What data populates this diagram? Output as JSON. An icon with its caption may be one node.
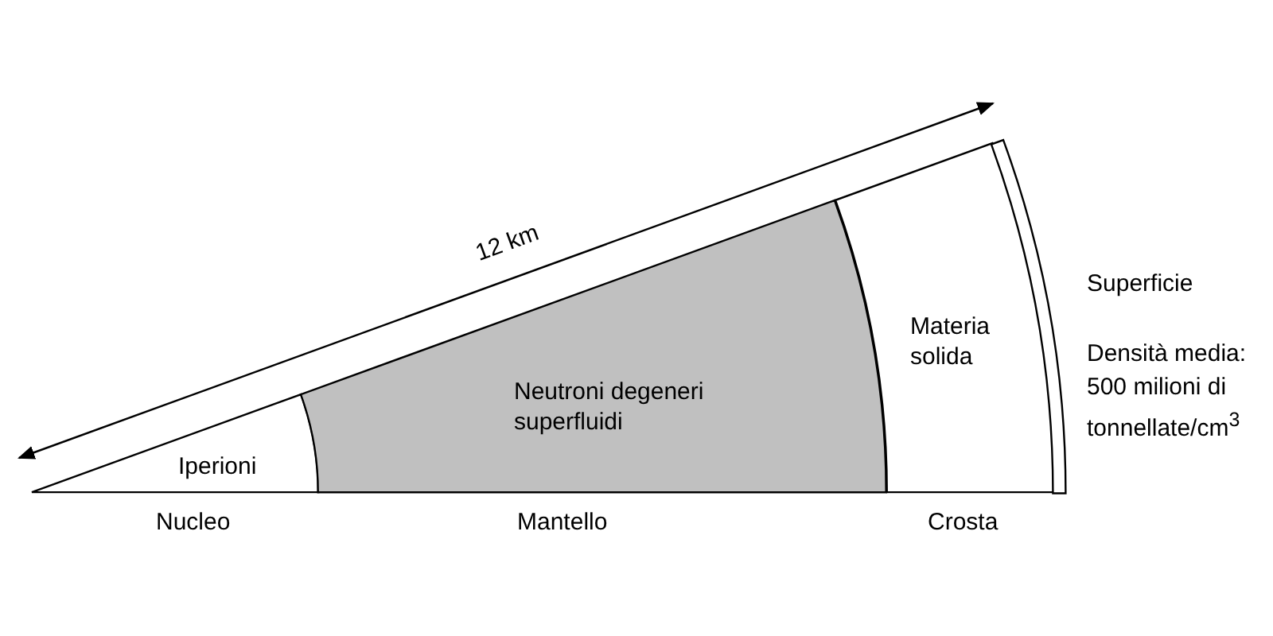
{
  "diagram": {
    "nodes": [
      {
        "text": [
          "Iperioni"
        ]
      },
      {
        "text": [
          "Neutroni degeneri superfluidi"
        ]
      },
      {
        "text": [
          "Materia solida"
        ]
      },
      {
        "text": [],
        "shape": "band"
      }
    ],
    "labels": [
      "12 km",
      "Nucleo",
      "Mantello",
      "Crosta",
      "Superficie",
      "Densità media: 500 milioni di tonnellate/cm$^{3}$"
    ]
  }
}
